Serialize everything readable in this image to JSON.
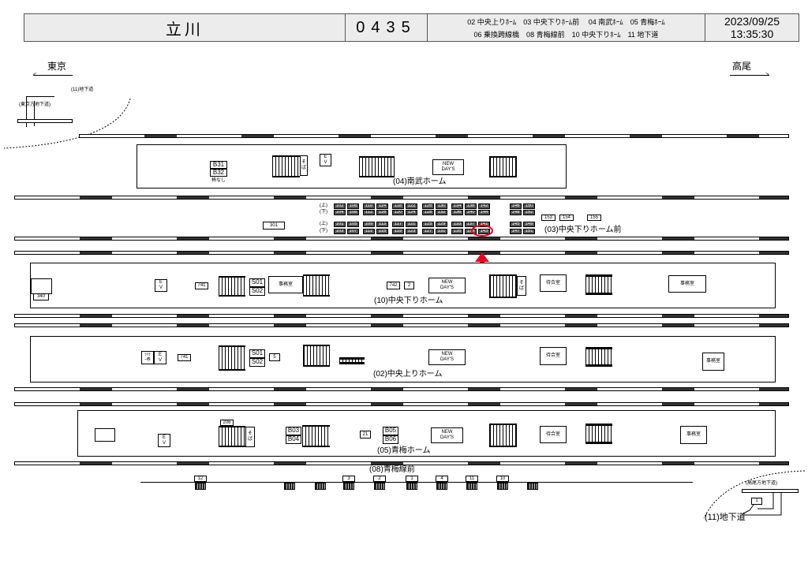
{
  "header": {
    "station": "立川",
    "code": "0435",
    "lines_row1": "02 中央上りﾎｰﾑ　03 中央下りﾎｰﾑ前　 04 南武ﾎｰﾑ　05 青梅ﾎｰﾑ",
    "lines_row2": "06 乗換跨線橋　08 青梅線前　10 中央下りﾎｰﾑ　11 地下道",
    "date": "2023/09/25",
    "time": "13:35:30"
  },
  "directions": {
    "left": "東京",
    "right": "高尾"
  },
  "underpass_left": {
    "label": "(11)地下道",
    "sub": "(東京方地下道)"
  },
  "underpass_right": {
    "label": "(11)地下道",
    "sub": "(高尾方地下道)",
    "box": "1"
  },
  "platform_04": {
    "name": "(04)南武ホーム",
    "b31": "B31",
    "b32": "B32",
    "note": "椅なし",
    "soba": "そば",
    "ev": "E\nV",
    "newdays": "NEW\nDAY'S"
  },
  "front_03": {
    "name": "(03)中央下りホーム前",
    "up": "(上)",
    "down": "(下)",
    "rows": [
      [
        "102",
        "106",
        "110",
        "114",
        "118",
        "122",
        "126",
        "130",
        "134",
        "138",
        "142",
        "146",
        "150"
      ],
      [
        "104",
        "108",
        "112",
        "116",
        "120",
        "124",
        "128",
        "132",
        "136",
        "140",
        "144",
        "148",
        "152"
      ],
      [
        "101",
        "105",
        "109",
        "113",
        "117",
        "121",
        "125",
        "129",
        "133",
        "137",
        "141",
        "145",
        "149"
      ],
      [
        "103",
        "107",
        "111",
        "115",
        "119",
        "123",
        "127",
        "131",
        "135",
        "139",
        "143",
        "147",
        "151"
      ]
    ],
    "extra": [
      "153",
      "154",
      "155"
    ],
    "box_301": "301",
    "highlighted": "143",
    "marker_color": "#e8001c"
  },
  "platform_10": {
    "name": "(10)中央下りホーム",
    "b340": "340",
    "ev": "E\nV",
    "b741": "741",
    "s01": "S01",
    "s02": "S02",
    "office": "事務室",
    "b742": "742",
    "b2": "2",
    "newdays": "NEW\nDAY'S",
    "soba": "そば",
    "waiting": "待合室",
    "office2": "事務室"
  },
  "platform_02": {
    "name": "(02)中央上りホーム",
    "liner": "ﾗｲﾅ\nｰ券",
    "ev": "E\nV",
    "b741": "741",
    "s01": "S01",
    "s02": "S02",
    "b5": "5",
    "newdays": "NEW\nDAY'S",
    "waiting": "待合室",
    "office": "事務室"
  },
  "platform_05": {
    "name": "(05)青梅ホーム",
    "ev": "E\nV",
    "b206": "206",
    "soba": "そば",
    "b03": "B03",
    "b04": "B04",
    "b21": "21",
    "b05": "B05",
    "b06": "B06",
    "newdays": "NEW\nDAY'S",
    "waiting": "待合室",
    "office": "事務室"
  },
  "front_08": {
    "name": "(08)青梅線前",
    "boxes": [
      "12",
      "",
      "",
      "3",
      "2",
      "1",
      "4",
      "11",
      "10",
      ""
    ]
  }
}
